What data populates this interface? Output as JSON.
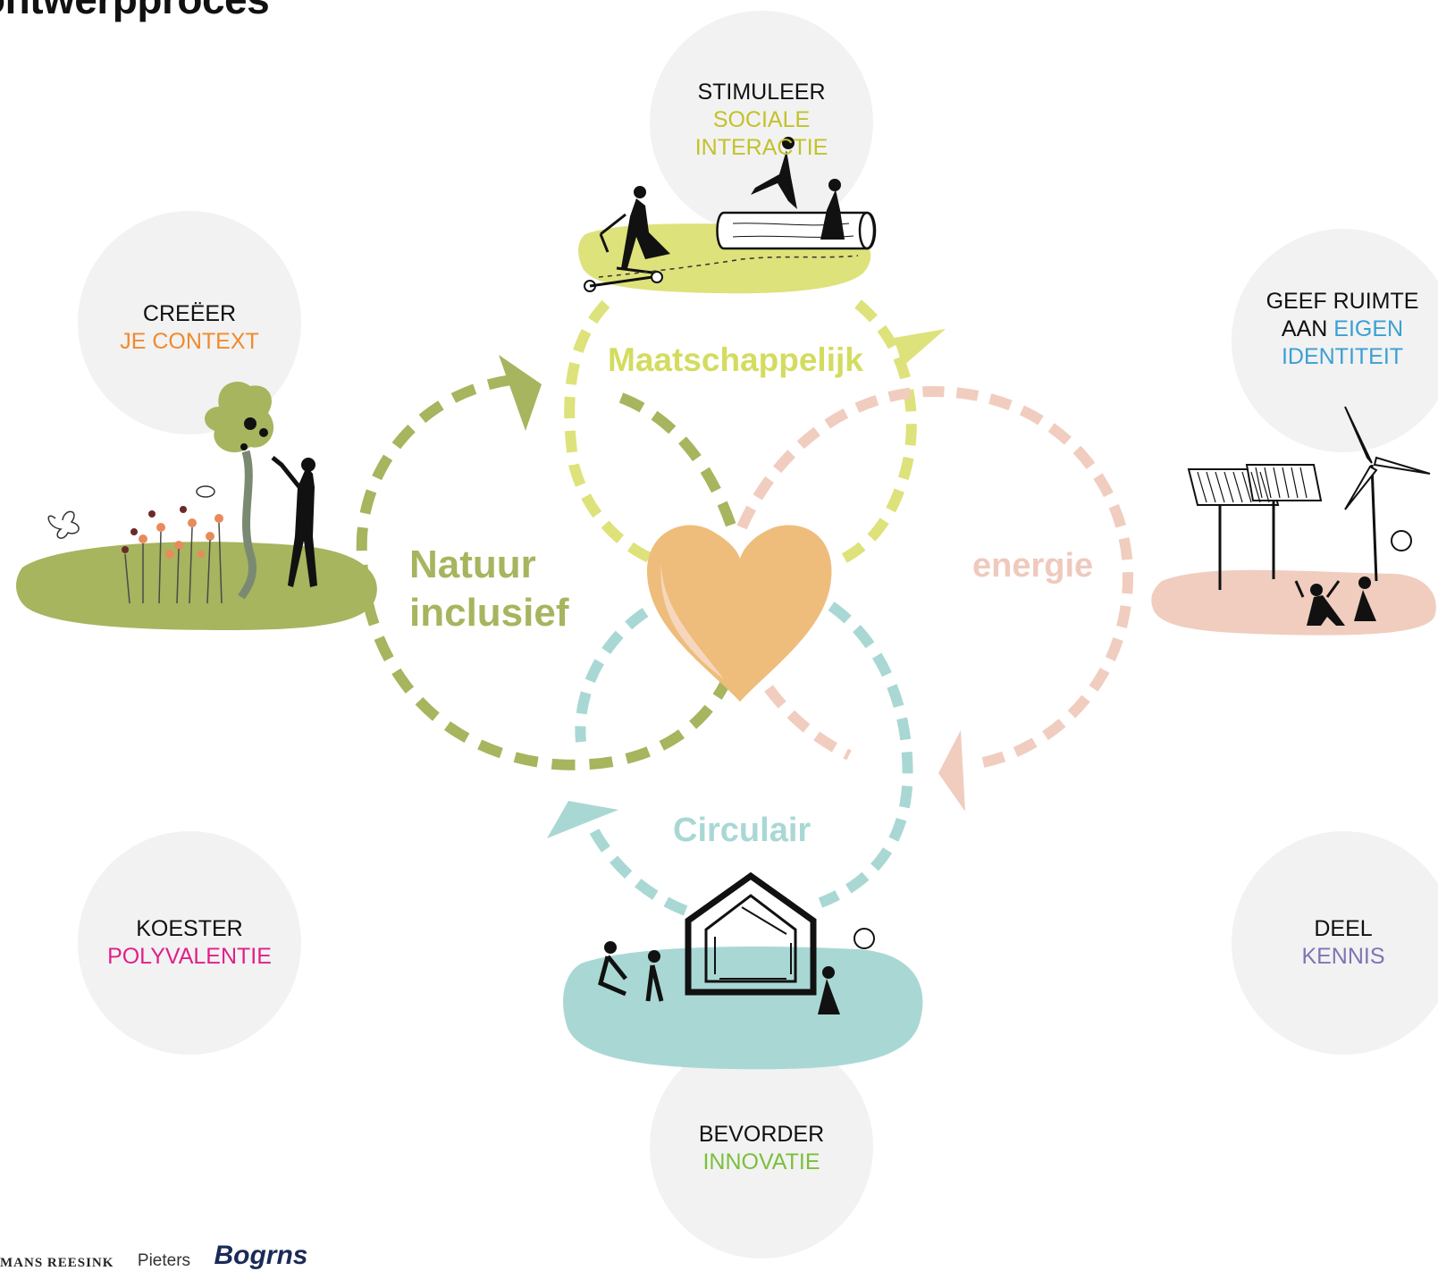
{
  "title": "ontwerpproces",
  "colors": {
    "natuur": "#a6b55e",
    "maatschappelijk": "#dde27a",
    "energie": "#f0cdbf",
    "circulair": "#a9d8d4",
    "heart": "#eebd7b",
    "bubble": "#f2f2f2",
    "orange": "#f08a2c",
    "yellow_green": "#c2c22b",
    "blue": "#3aa0d4",
    "magenta": "#e0208a",
    "green": "#7bbf3c",
    "purple": "#7f74b4"
  },
  "cycles": {
    "natuur": [
      "Natuur",
      "inclusief"
    ],
    "maatschappelijk": "Maatschappelijk",
    "energie": "energie",
    "circulair": "Circulair"
  },
  "bubbles": {
    "context": {
      "line1": "CREËER",
      "line2": "JE CONTEXT"
    },
    "sociaal": {
      "line1": "STIMULEER",
      "line2": "SOCIALE",
      "line3": "INTERACTIE"
    },
    "identiteit": {
      "line1": "GEEF RUIMTE",
      "line2_prefix": "AAN",
      "line2_highlight": "EIGEN",
      "line3": "IDENTITEIT"
    },
    "polyvalentie": {
      "line1": "KOESTER",
      "line2": "POLYVALENTIE"
    },
    "innovatie": {
      "line1": "BEVORDER",
      "line2": "INNOVATIE"
    },
    "kennis": {
      "line1": "DEEL",
      "line2": "KENNIS"
    }
  },
  "logos": [
    "MANS REESINK",
    "Pieters",
    "Bogrns"
  ]
}
